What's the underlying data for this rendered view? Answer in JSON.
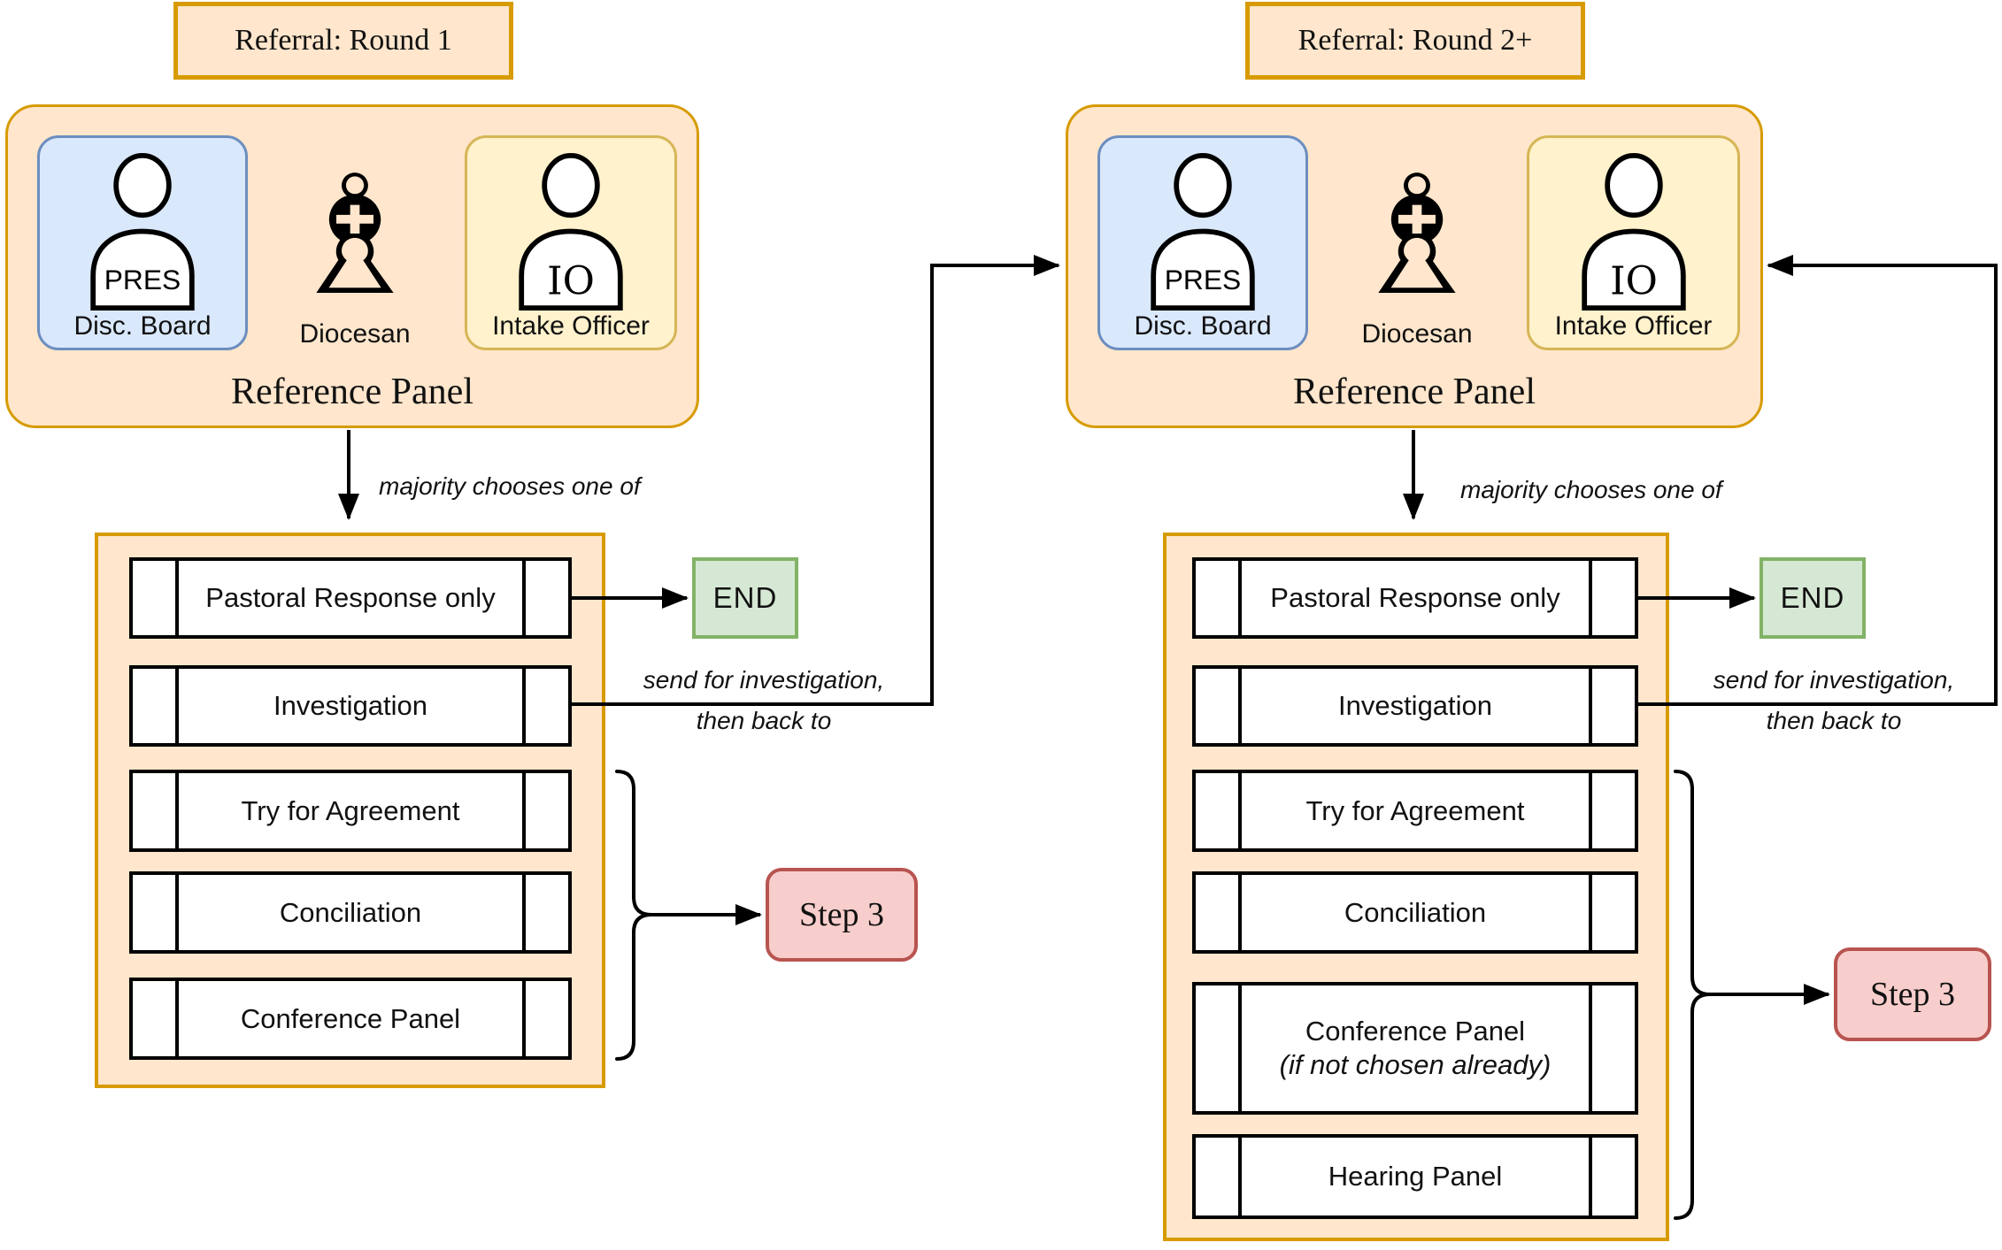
{
  "colors": {
    "panel_fill": "#FFE6CC",
    "panel_stroke": "#D79B00",
    "blue_fill": "#DAE8FC",
    "blue_stroke": "#6C8EBF",
    "yellow_fill": "#FFF2CC",
    "yellow_stroke": "#D6B656",
    "end_fill": "#D5E8D4",
    "end_stroke": "#82B366",
    "step_fill": "#F8CECC",
    "step_stroke": "#B85450",
    "line": "#000000"
  },
  "rounds": [
    {
      "title": "Referral: Round 1",
      "panel_label": "Reference Panel",
      "members": {
        "board": {
          "chest": "PRES",
          "label": "Disc. Board"
        },
        "diocesan": {
          "icon": "bishop-icon",
          "glyph": "♗",
          "label": "Diocesan"
        },
        "intake": {
          "chest": "IO",
          "label": "Intake Officer"
        }
      },
      "choose_label": "majority chooses one of",
      "options": [
        {
          "label": "Pastoral Response only"
        },
        {
          "label": "Investigation"
        },
        {
          "label": "Try for Agreement"
        },
        {
          "label": "Conciliation"
        },
        {
          "label": "Conference Panel"
        }
      ],
      "end_label": "END",
      "investigation_note_line1": "send for investigation,",
      "investigation_note_line2": "then back to",
      "step_label": "Step 3"
    },
    {
      "title": "Referral: Round 2+",
      "panel_label": "Reference Panel",
      "members": {
        "board": {
          "chest": "PRES",
          "label": "Disc. Board"
        },
        "diocesan": {
          "icon": "bishop-icon",
          "glyph": "♗",
          "label": "Diocesan"
        },
        "intake": {
          "chest": "IO",
          "label": "Intake Officer"
        }
      },
      "choose_label": "majority chooses one of",
      "options": [
        {
          "label": "Pastoral Response only"
        },
        {
          "label": "Investigation"
        },
        {
          "label": "Try for Agreement"
        },
        {
          "label": "Conciliation"
        },
        {
          "label": "Conference Panel",
          "sublabel": "(if not chosen already)"
        },
        {
          "label": "Hearing Panel"
        }
      ],
      "end_label": "END",
      "investigation_note_line1": "send for investigation,",
      "investigation_note_line2": "then back to",
      "step_label": "Step 3"
    }
  ]
}
